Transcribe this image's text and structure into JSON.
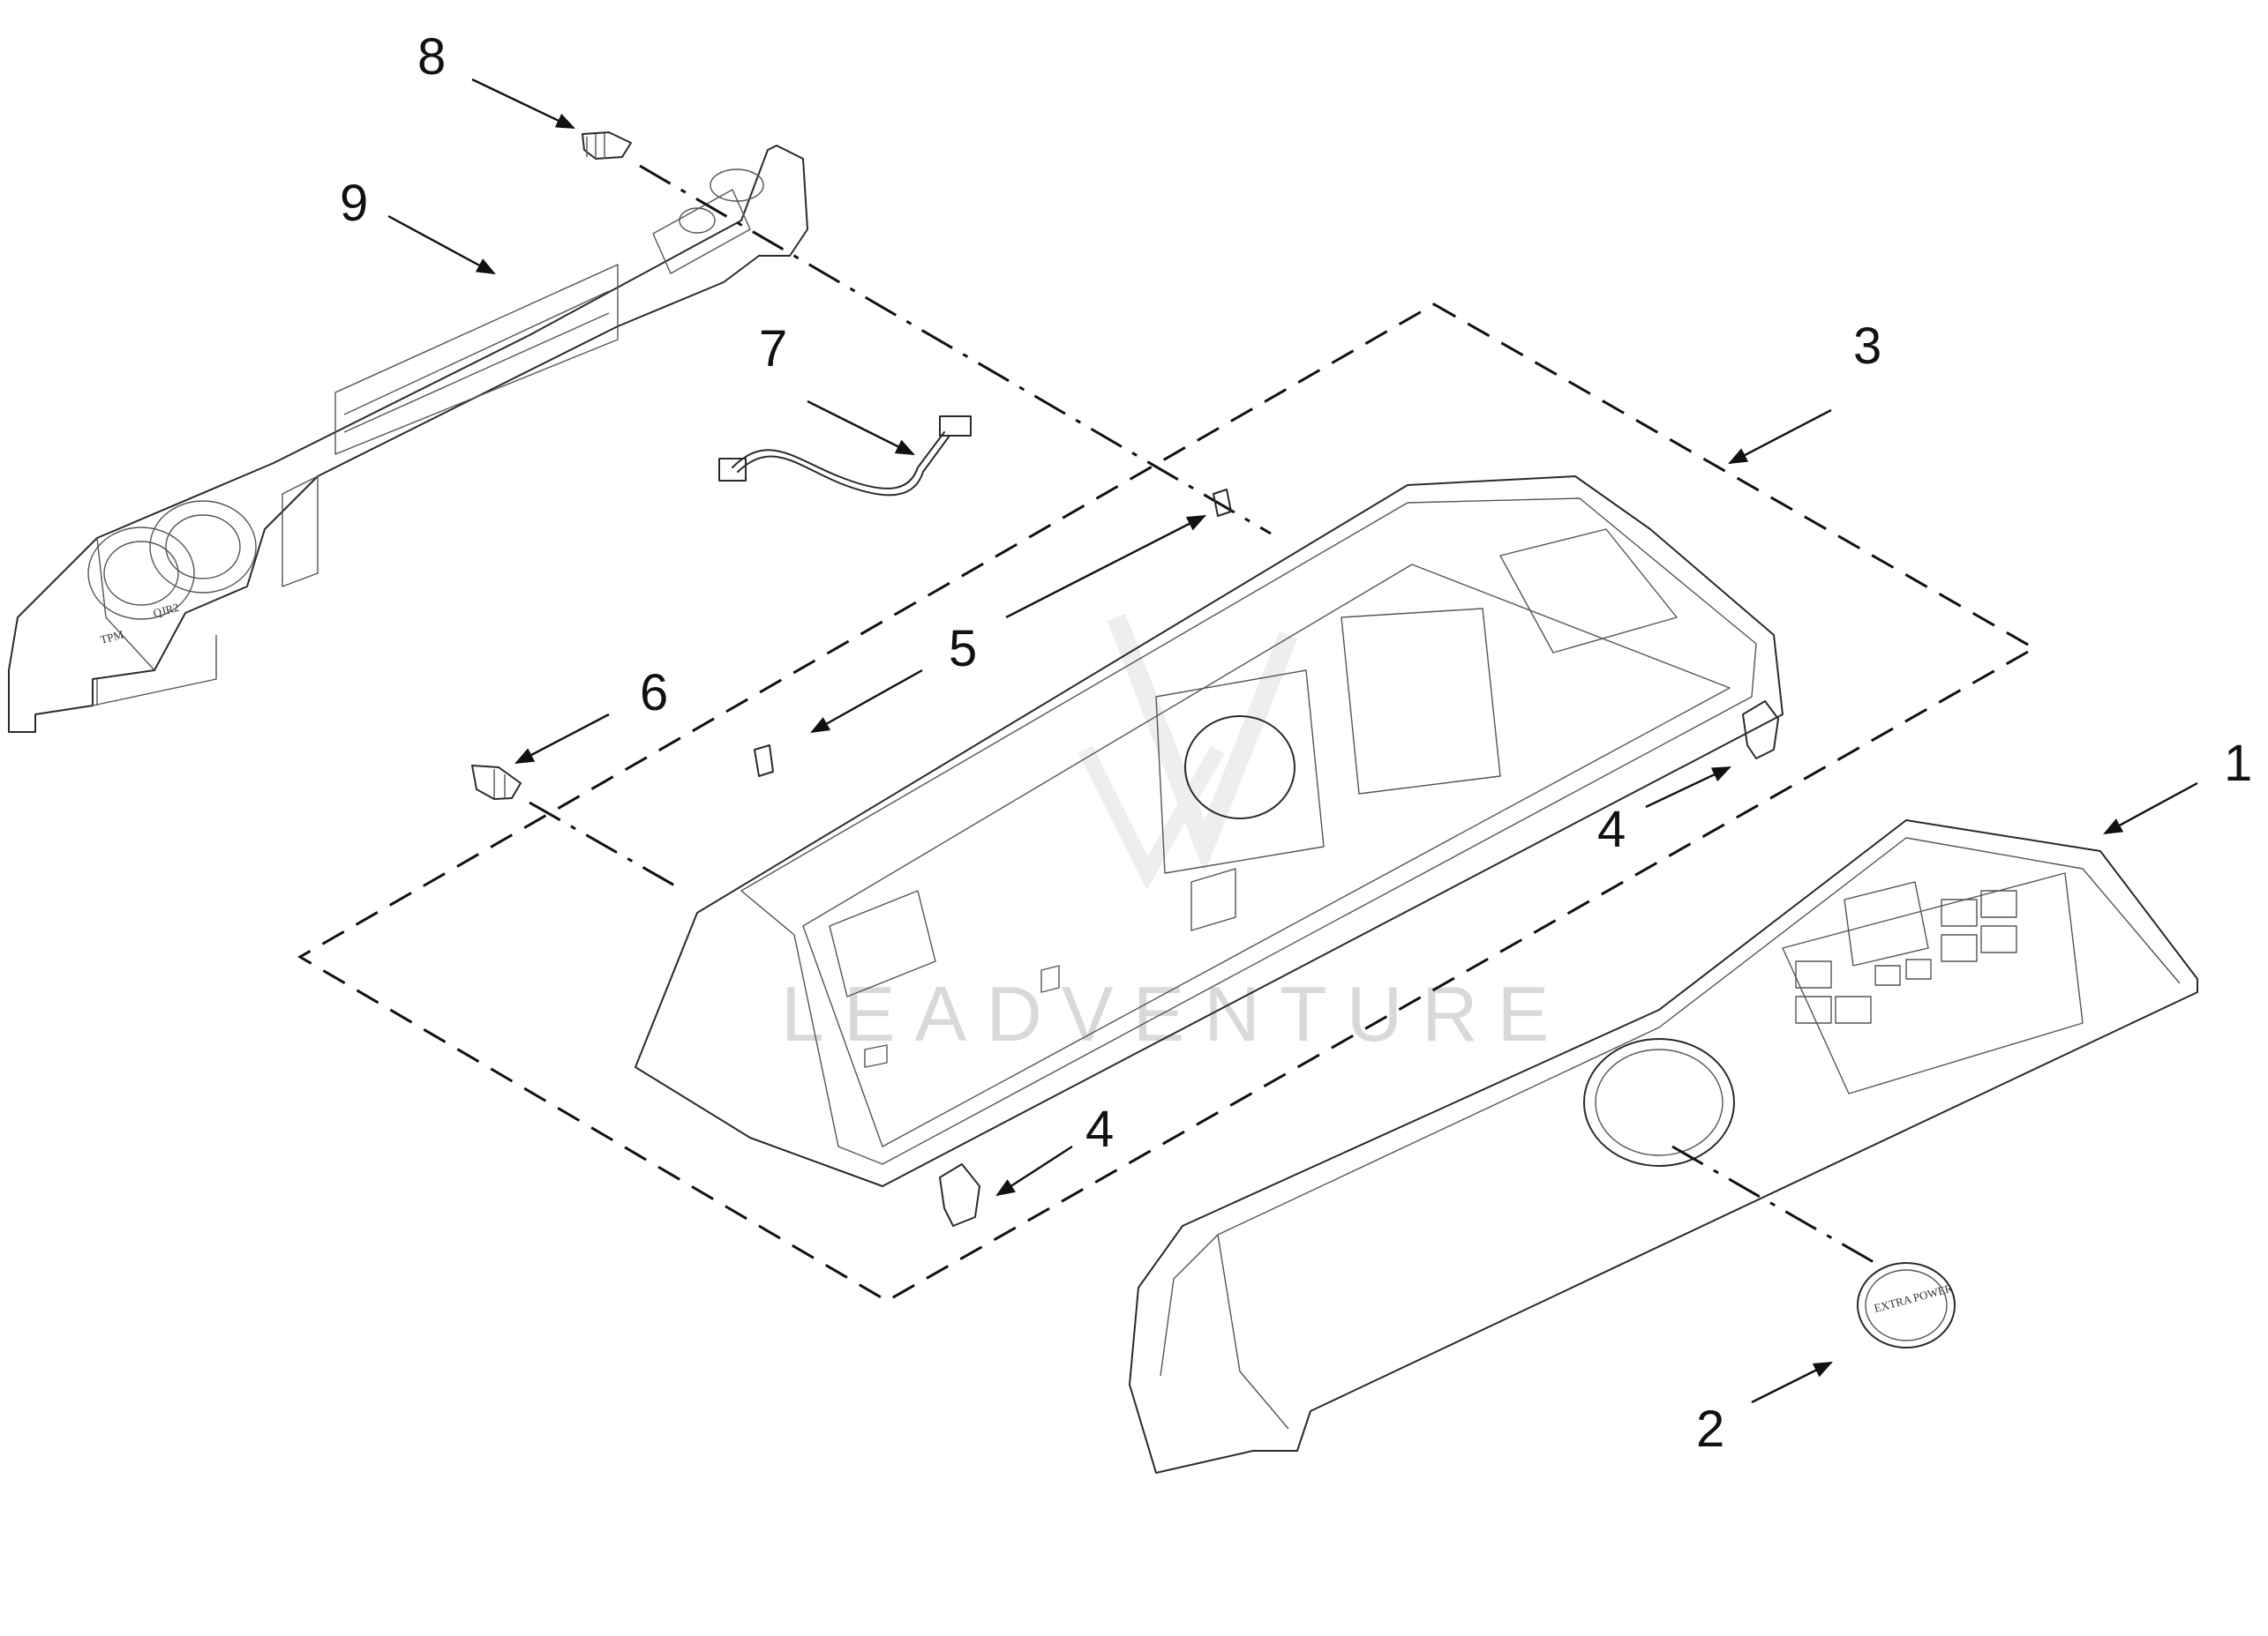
{
  "watermark": {
    "text": "LEADVENTURE"
  },
  "console_label": {
    "line1": "EXTRA POWER"
  },
  "callouts": [
    {
      "id": "1",
      "label": "1"
    },
    {
      "id": "2",
      "label": "2"
    },
    {
      "id": "3",
      "label": "3"
    },
    {
      "id": "4a",
      "label": "4"
    },
    {
      "id": "4b",
      "label": "4"
    },
    {
      "id": "5",
      "label": "5"
    },
    {
      "id": "6",
      "label": "6"
    },
    {
      "id": "7",
      "label": "7"
    },
    {
      "id": "8",
      "label": "8"
    },
    {
      "id": "9",
      "label": "9"
    }
  ]
}
